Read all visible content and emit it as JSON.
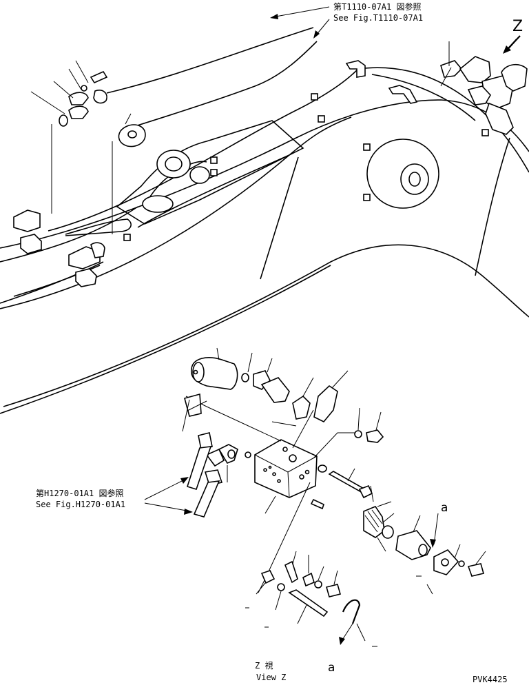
{
  "refs": {
    "top_ref_jp": "第T1110-07A1 図参照",
    "top_ref_en": "See Fig.T1110-07A1",
    "left_ref_jp": "第H1270-01A1 図参照",
    "left_ref_en": "See Fig.H1270-01A1"
  },
  "view_marker": "Z",
  "view_caption_jp": "Z 視",
  "view_caption_en": "View Z",
  "callout_a_top": "a",
  "callout_a_bottom": "a",
  "drawing_code": "PVK4425"
}
